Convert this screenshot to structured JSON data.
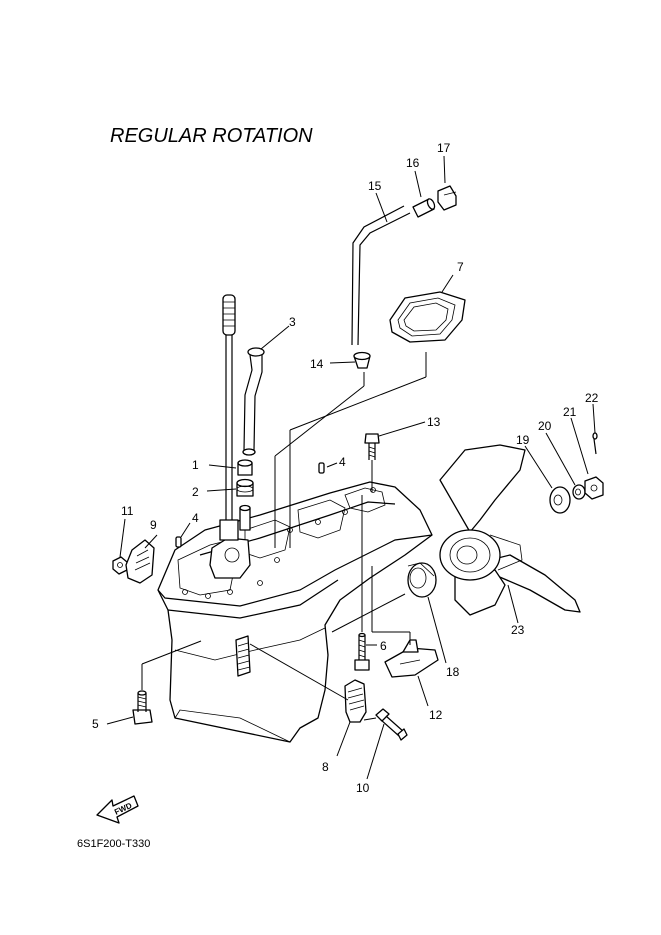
{
  "diagram": {
    "title": "REGULAR ROTATION",
    "drawing_code": "6S1F200-T330",
    "fwd_label": "FWD",
    "callouts": {
      "c1": "1",
      "c2": "2",
      "c3": "3",
      "c4a": "4",
      "c4b": "4",
      "c5": "5",
      "c6": "6",
      "c7": "7",
      "c8": "8",
      "c9": "9",
      "c10": "10",
      "c11": "11",
      "c12": "12",
      "c13": "13",
      "c14": "14",
      "c15": "15",
      "c16": "16",
      "c17": "17",
      "c18": "18",
      "c19": "19",
      "c20": "20",
      "c21": "21",
      "c22": "22",
      "c23": "23"
    }
  }
}
